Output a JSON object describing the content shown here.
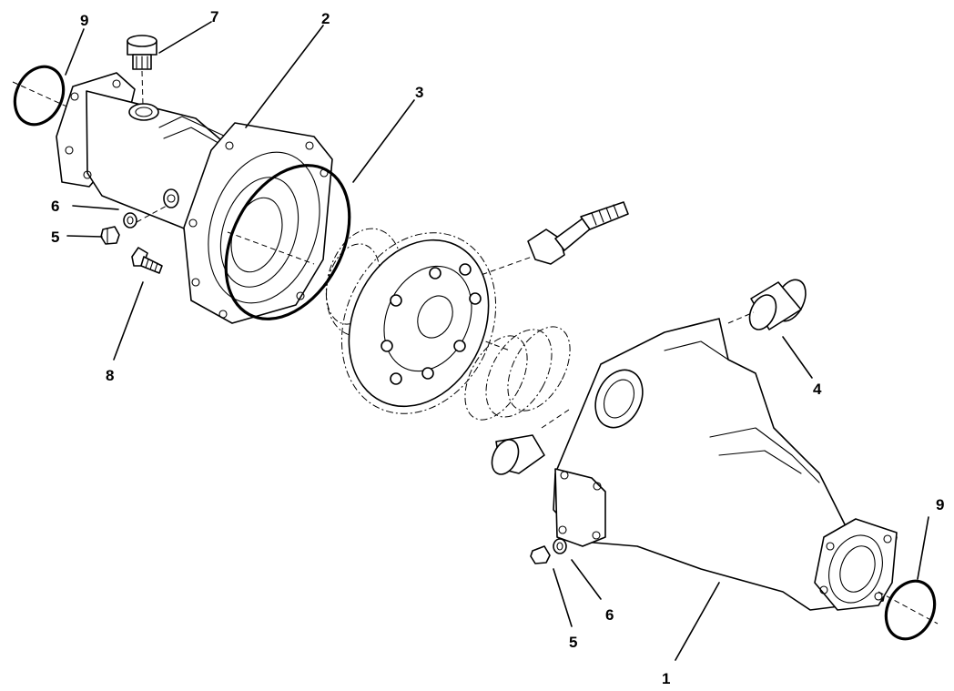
{
  "callouts": {
    "c1": "1",
    "c2": "2",
    "c3": "3",
    "c4": "4",
    "c5a": "5",
    "c5b": "5",
    "c6a": "6",
    "c6b": "6",
    "c7": "7",
    "c8": "8",
    "c9a": "9",
    "c9b": "9"
  }
}
